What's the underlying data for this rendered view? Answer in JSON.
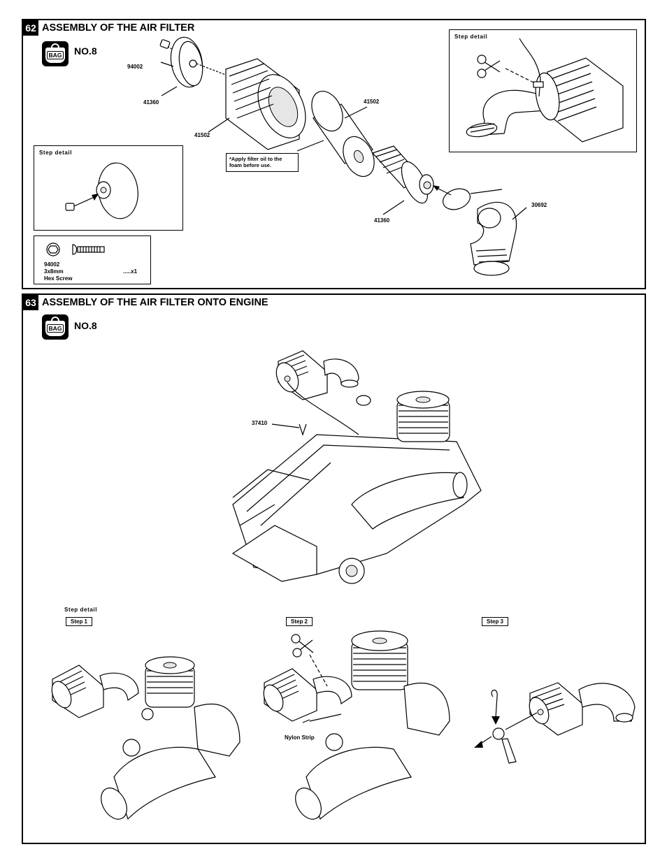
{
  "sections": [
    {
      "number": "62",
      "title": "ASSEMBLY OF THE AIR FILTER",
      "bag": {
        "icon_text": "BAG",
        "label": "NO.8"
      },
      "part_labels": {
        "screw_top": "94002",
        "cap_left": "41360",
        "element_left": "41502",
        "foam_top": "41502",
        "cap_bottom": "41360",
        "hose": "30692"
      },
      "note": "*Apply filter oil to the foam before use.",
      "step_detail_left": "Step detail",
      "step_detail_right": "Step detail",
      "parts_list": {
        "code": "94002",
        "size": "3x8mm",
        "qty": ".....x1",
        "name": "Hex Screw"
      }
    },
    {
      "number": "63",
      "title": "ASSEMBLY OF THE AIR FILTER ONTO ENGINE",
      "bag": {
        "icon_text": "BAG",
        "label": "NO.8"
      },
      "part_labels": {
        "clip": "37410",
        "nylon_strip": "Nylon Strip"
      },
      "step_detail": "Step detail",
      "steps": [
        "Step 1",
        "Step 2",
        "Step 3"
      ]
    }
  ]
}
